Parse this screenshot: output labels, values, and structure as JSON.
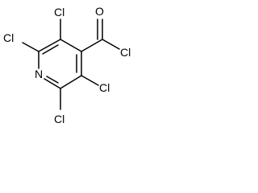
{
  "molecule": {
    "atoms": {
      "cl_top": "Cl",
      "cl_left_top": "Cl",
      "n_ring": "N",
      "cl_bottom": "Cl",
      "cl_right_mid": "Cl",
      "o_carbonyl": "O",
      "cl_acyl": "Cl"
    }
  }
}
